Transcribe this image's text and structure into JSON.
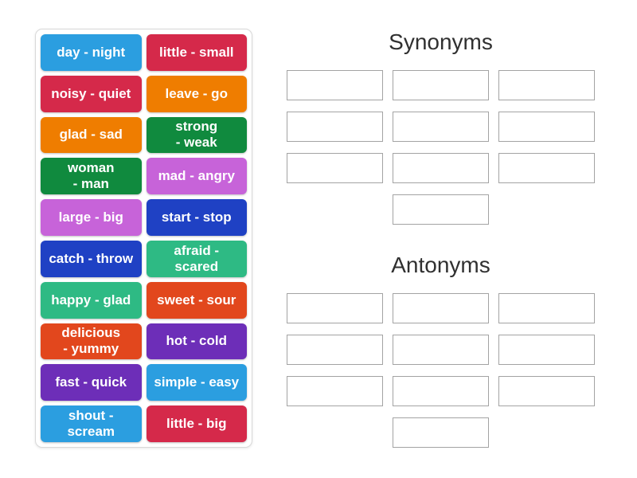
{
  "page": {
    "background": "#ffffff"
  },
  "colors": {
    "tile_text": "#ffffff",
    "title_text": "#303030",
    "slot_border": "#a3a3a3",
    "panel_border": "#d9d9d9",
    "panel_background": "#ffffff"
  },
  "word_bank": {
    "tiles": [
      {
        "label": "day - night",
        "color": "#2b9ee0"
      },
      {
        "label": "little - small",
        "color": "#d5294a"
      },
      {
        "label": "noisy - quiet",
        "color": "#d5294a"
      },
      {
        "label": "leave - go",
        "color": "#ef7d00"
      },
      {
        "label": "glad - sad",
        "color": "#ef7d00"
      },
      {
        "label": "strong\n- weak",
        "color": "#108a3e"
      },
      {
        "label": "woman\n- man",
        "color": "#108a3e"
      },
      {
        "label": "mad - angry",
        "color": "#c763d9"
      },
      {
        "label": "large - big",
        "color": "#c763d9"
      },
      {
        "label": "start - stop",
        "color": "#1f41c4"
      },
      {
        "label": "catch - throw",
        "color": "#1f41c4"
      },
      {
        "label": "afraid -\nscared",
        "color": "#2eba84"
      },
      {
        "label": "happy - glad",
        "color": "#2eba84"
      },
      {
        "label": "sweet - sour",
        "color": "#e2471d"
      },
      {
        "label": "delicious\n- yummy",
        "color": "#e2471d"
      },
      {
        "label": "hot - cold",
        "color": "#6d2eb8"
      },
      {
        "label": "fast - quick",
        "color": "#6d2eb8"
      },
      {
        "label": "simple - easy",
        "color": "#2b9ee0"
      },
      {
        "label": "shout -\nscream",
        "color": "#2b9ee0"
      },
      {
        "label": "little - big",
        "color": "#d5294a"
      }
    ]
  },
  "groups": [
    {
      "title": "Synonyms",
      "slot_count": 10
    },
    {
      "title": "Antonyms",
      "slot_count": 10
    }
  ]
}
